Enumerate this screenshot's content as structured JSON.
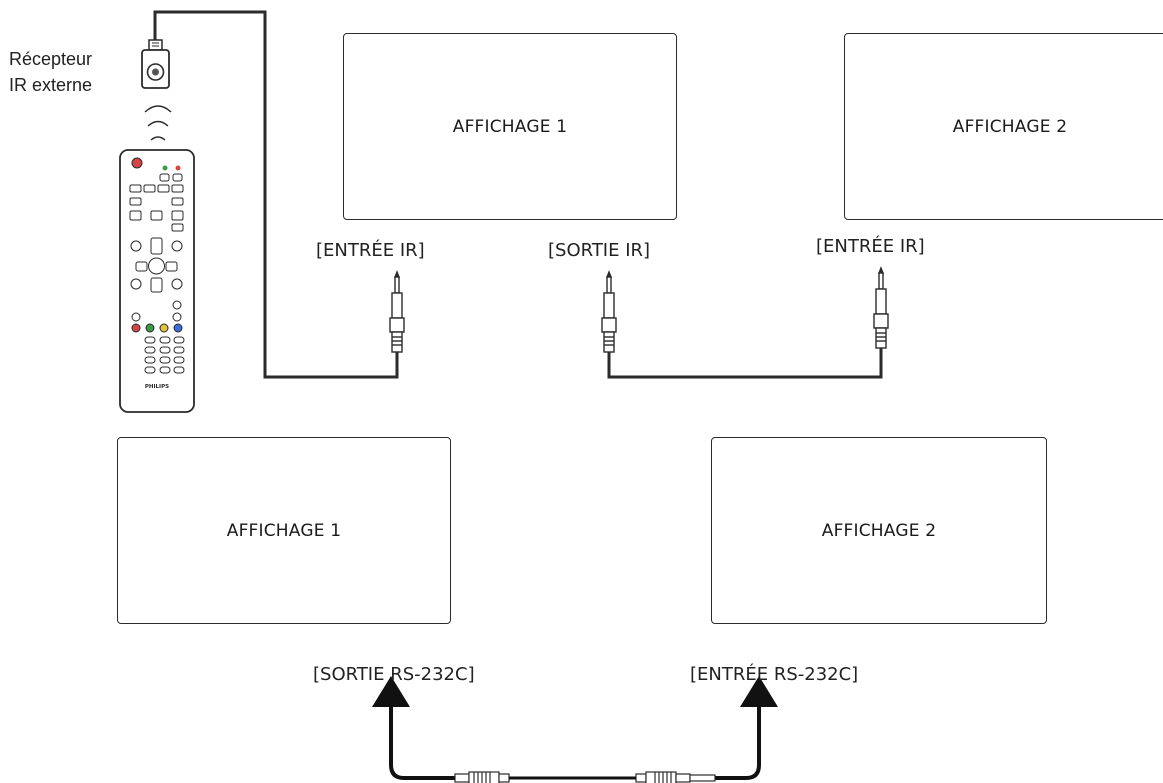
{
  "receiver": {
    "line1": "Récepteur",
    "line2": "IR externe"
  },
  "remote": {
    "brand": "PHILIPS"
  },
  "top_row": {
    "display1": "AFFICHAGE 1",
    "display2": "AFFICHAGE 2",
    "port_in_1": "[ENTRÉE IR]",
    "port_out": "[SORTIE IR]",
    "port_in_2": "[ENTRÉE IR]"
  },
  "bottom_row": {
    "display1": "AFFICHAGE 1",
    "display2": "AFFICHAGE 2",
    "port_out": "[SORTIE RS-232C]",
    "port_in": "[ENTRÉE RS-232C]"
  }
}
